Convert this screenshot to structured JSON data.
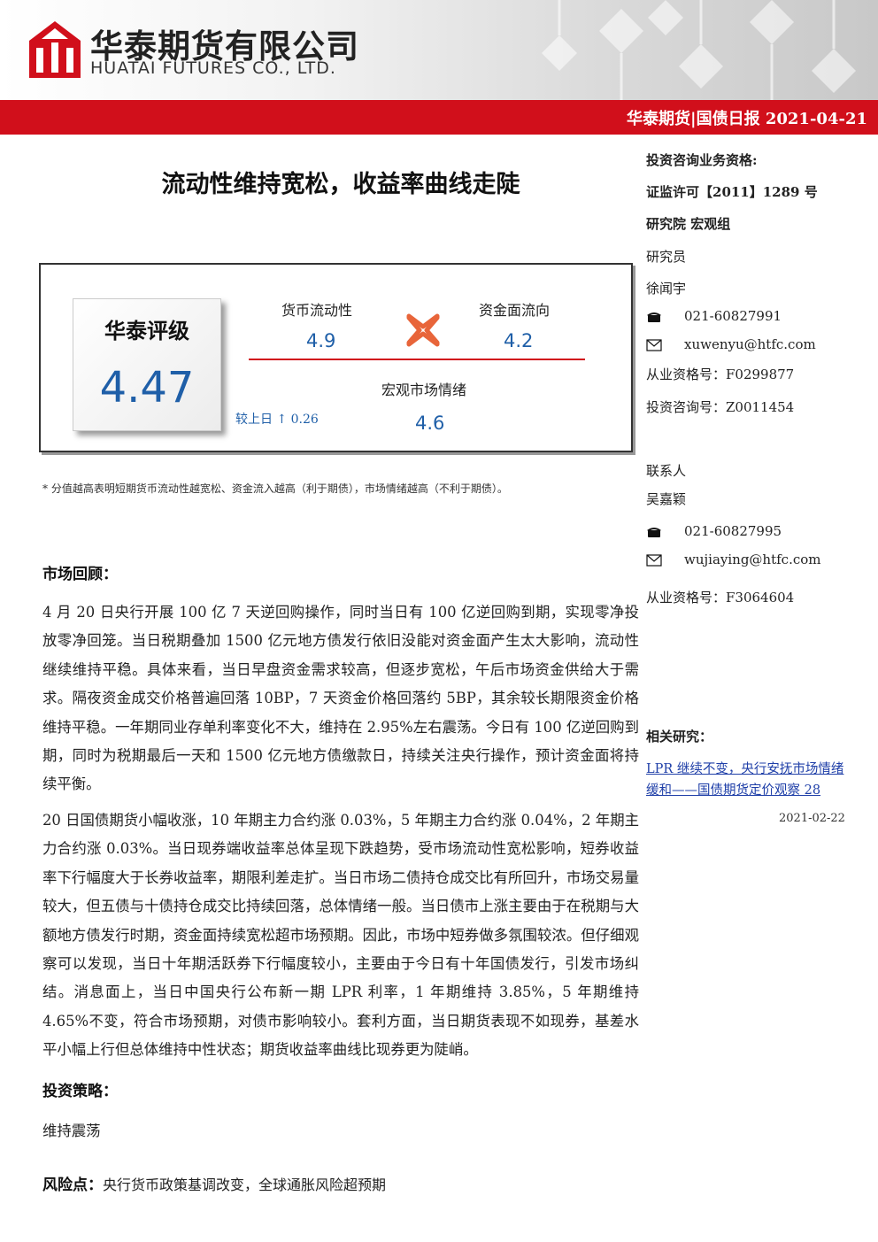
{
  "header": {
    "company_cn": "华泰期货有限公司",
    "company_en": "HUATAI FUTURES CO., LTD.",
    "report_bar": "华泰期货|国债日报   2021-04-21",
    "brand_red": "#d10f1b"
  },
  "title": "流动性维持宽松，收益率曲线走陡",
  "rating": {
    "label": "华泰评级",
    "score": "4.47",
    "compare": "较上日 ↑ 0.26",
    "liquidity_label": "货币流动性",
    "liquidity_value": "4.9",
    "flow_label": "资金面流向",
    "flow_value": "4.2",
    "sentiment_label": "宏观市场情绪",
    "sentiment_value": "4.6",
    "value_color": "#1f5fa8"
  },
  "footnote": "* 分值越高表明短期货币流动性越宽松、资金流入越高（利于期债），市场情绪越高（不利于期债）。",
  "market_review": {
    "heading": "市场回顾：",
    "p1": "4 月 20 日央行开展 100 亿 7 天逆回购操作，同时当日有 100 亿逆回购到期，实现零净投放零净回笼。当日税期叠加 1500 亿元地方债发行依旧没能对资金面产生太大影响，流动性继续维持平稳。具体来看，当日早盘资金需求较高，但逐步宽松，午后市场资金供给大于需求。隔夜资金成交价格普遍回落 10BP，7 天资金价格回落约 5BP，其余较长期限资金价格维持平稳。一年期同业存单利率变化不大，维持在 2.95%左右震荡。今日有 100 亿逆回购到期，同时为税期最后一天和 1500 亿元地方债缴款日，持续关注央行操作，预计资金面将持续平衡。",
    "p2": "20 日国债期货小幅收涨，10 年期主力合约涨 0.03%，5 年期主力合约涨 0.04%，2 年期主力合约涨 0.03%。当日现券端收益率总体呈现下跌趋势，受市场流动性宽松影响，短券收益率下行幅度大于长券收益率，期限利差走扩。当日市场二债持仓成交比有所回升，市场交易量较大，但五债与十债持仓成交比持续回落，总体情绪一般。当日债市上涨主要由于在税期与大额地方债发行时期，资金面持续宽松超市场预期。因此，市场中短券做多氛围较浓。但仔细观察可以发现，当日十年期活跃券下行幅度较小，主要由于今日有十年国债发行，引发市场纠结。消息面上，当日中国央行公布新一期 LPR 利率，1 年期维持 3.85%，5 年期维持 4.65%不变，符合市场预期，对债市影响较小。套利方面，当日期货表现不如现券，基差水平小幅上行但总体维持中性状态；期货收益率曲线比现券更为陡峭。"
  },
  "strategy": {
    "heading": "投资策略：",
    "text": "维持震荡"
  },
  "risk": {
    "heading": "风险点：",
    "text": "央行货币政策基调改变，全球通胀风险超预期"
  },
  "sidebar": {
    "qualification_title": "投资咨询业务资格:",
    "license": "证监许可【2011】1289 号",
    "dept": "研究院  宏观组",
    "researcher_label": "研究员",
    "researcher_name": "徐闻宇",
    "researcher_phone": "021-60827991",
    "researcher_email": "xuwenyu@htfc.com",
    "researcher_cert": "从业资格号：F0299877",
    "researcher_advisor": "投资咨询号：Z0011454",
    "contact_label": "联系人",
    "contact_name": "吴嘉颖",
    "contact_phone": "021-60827995",
    "contact_email": "wujiaying@htfc.com",
    "contact_cert": "从业资格号：F3064604",
    "related_title": "相关研究：",
    "related_link": "LPR 继续不变，央行安抚市场情绪缓和——国债期货定价观察 28",
    "related_date": "2021-02-22",
    "phone_icon": "phone-icon",
    "email_icon": "envelope-icon"
  }
}
